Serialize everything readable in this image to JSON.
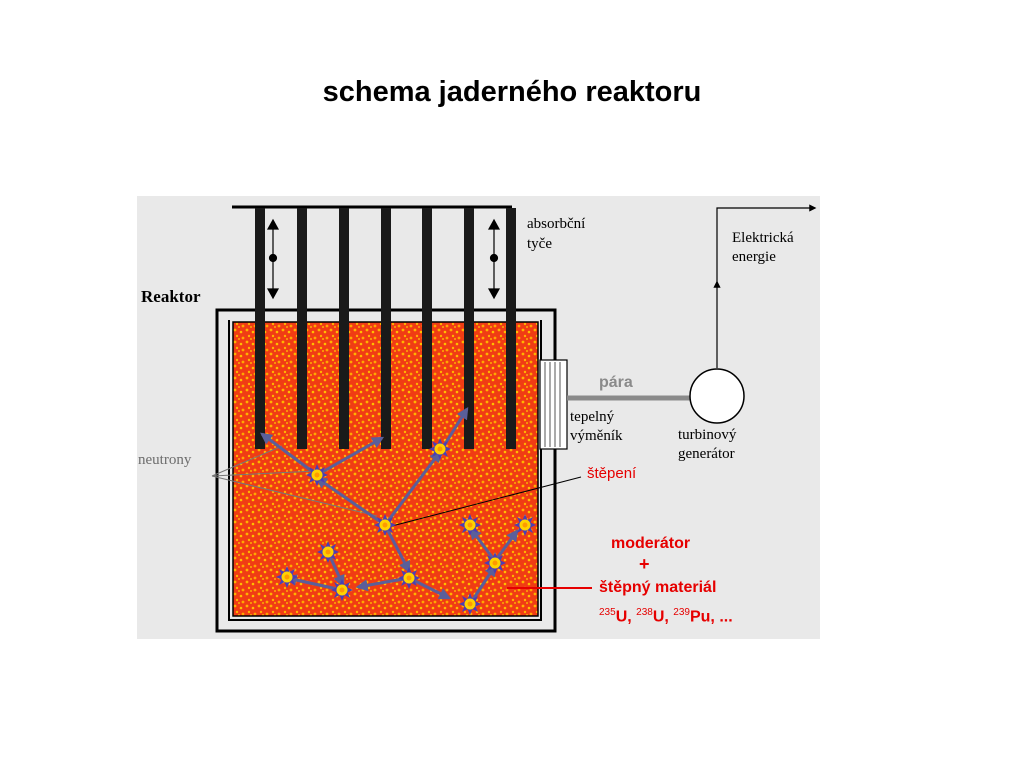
{
  "slide": {
    "title": "schema jaderného reaktoru"
  },
  "diagram": {
    "reactor_label": "Reaktor",
    "absorber_rods": [
      "absorbční",
      "tyče"
    ],
    "energy_label": [
      "Elektrická",
      "energie"
    ],
    "steam_label": "pára",
    "heat_exchanger": [
      "tepelný",
      "výměník"
    ],
    "turbine_generator": [
      "turbinový",
      "generátor"
    ],
    "neutrons_label": "neutrony",
    "fission_label": "štěpení",
    "moderator": {
      "line1": "moderátor",
      "plus": "+",
      "line2": "štěpný materiál",
      "isotopes": [
        {
          "mass": "235",
          "symbol": "U"
        },
        {
          "mass": "238",
          "symbol": "U"
        },
        {
          "mass": "239",
          "symbol": "Pu"
        }
      ],
      "ellipsis": "..."
    },
    "colors": {
      "core_fill": "#f03c14",
      "core_speckle": "#ffb400",
      "rods": "#1a1a1a",
      "neutron_arrows": "#5a5f9a",
      "fission_star": "#4a3fb5",
      "fission_core": "#ffd200",
      "annotation_red": "#e60000",
      "background": "#e9e9e9"
    },
    "icons": [
      "double-arrow-icon",
      "fission-star-icon",
      "arrow-up-icon",
      "arrow-right-icon"
    ]
  }
}
